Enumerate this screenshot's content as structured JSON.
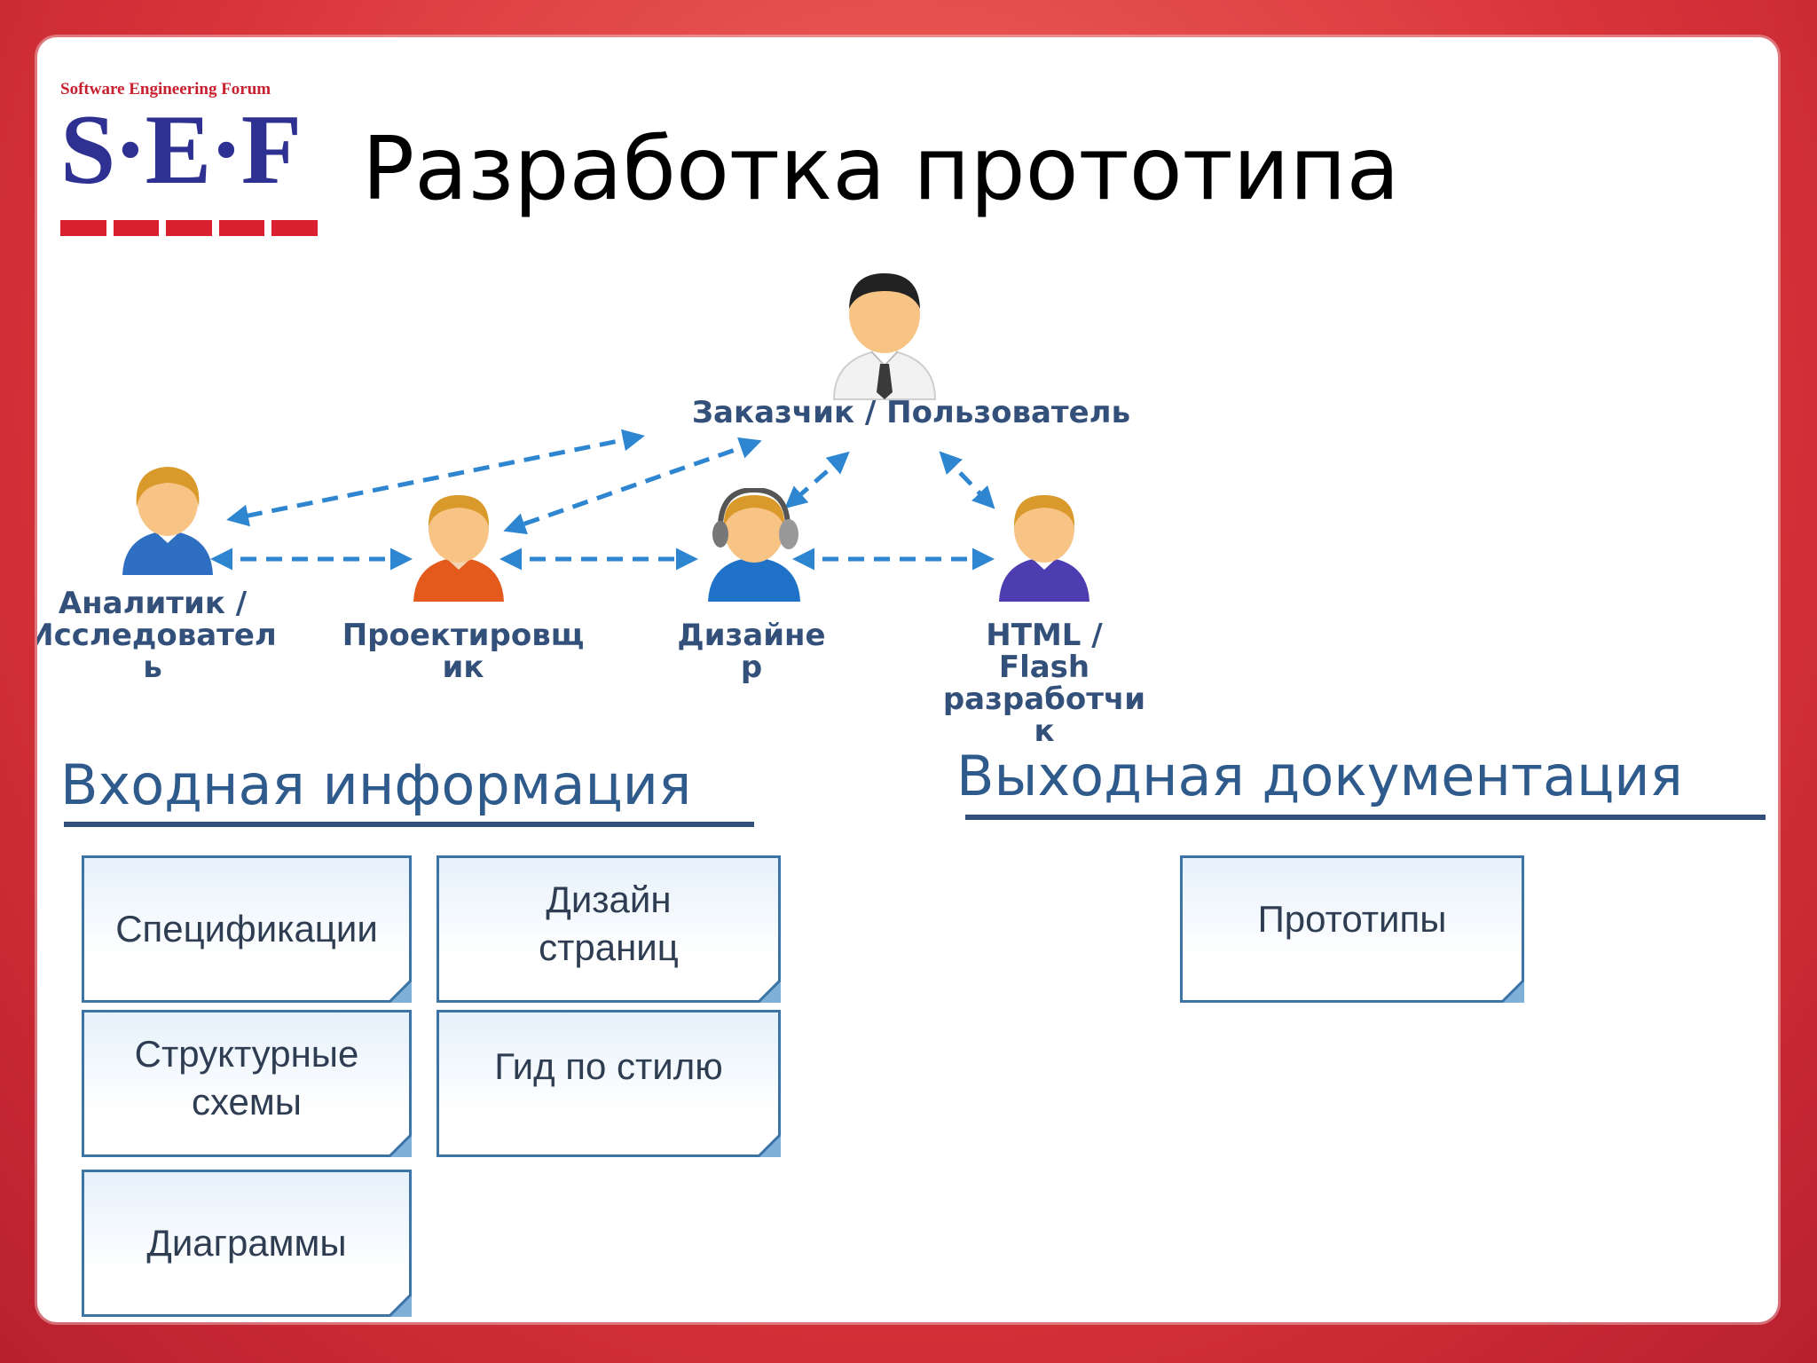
{
  "logo": {
    "top_text": "Software Engineering Forum",
    "main_text": "S·E·F"
  },
  "title": "Разработка прототипа",
  "roles": {
    "customer": "Заказчик / Пользователь",
    "analyst": "Аналитик /\nИсследовател\nь",
    "designer_arch": "Проектировщ\nик",
    "designer": "Дизайне\nр",
    "developer": "HTML /\nFlash\nразработчи\nк"
  },
  "sections": {
    "input_title": "Входная информация",
    "output_title": "Выходная документация"
  },
  "input_docs": [
    "Спецификации",
    "Дизайн\nстраниц",
    "Структурные\nсхемы",
    "Гид по стилю",
    "Диаграммы"
  ],
  "output_docs": [
    "Прототипы"
  ],
  "colors": {
    "arrow": "#2f86d0",
    "label": "#33507a",
    "doc_border": "#3c74a6",
    "frame": "#d8343a"
  }
}
